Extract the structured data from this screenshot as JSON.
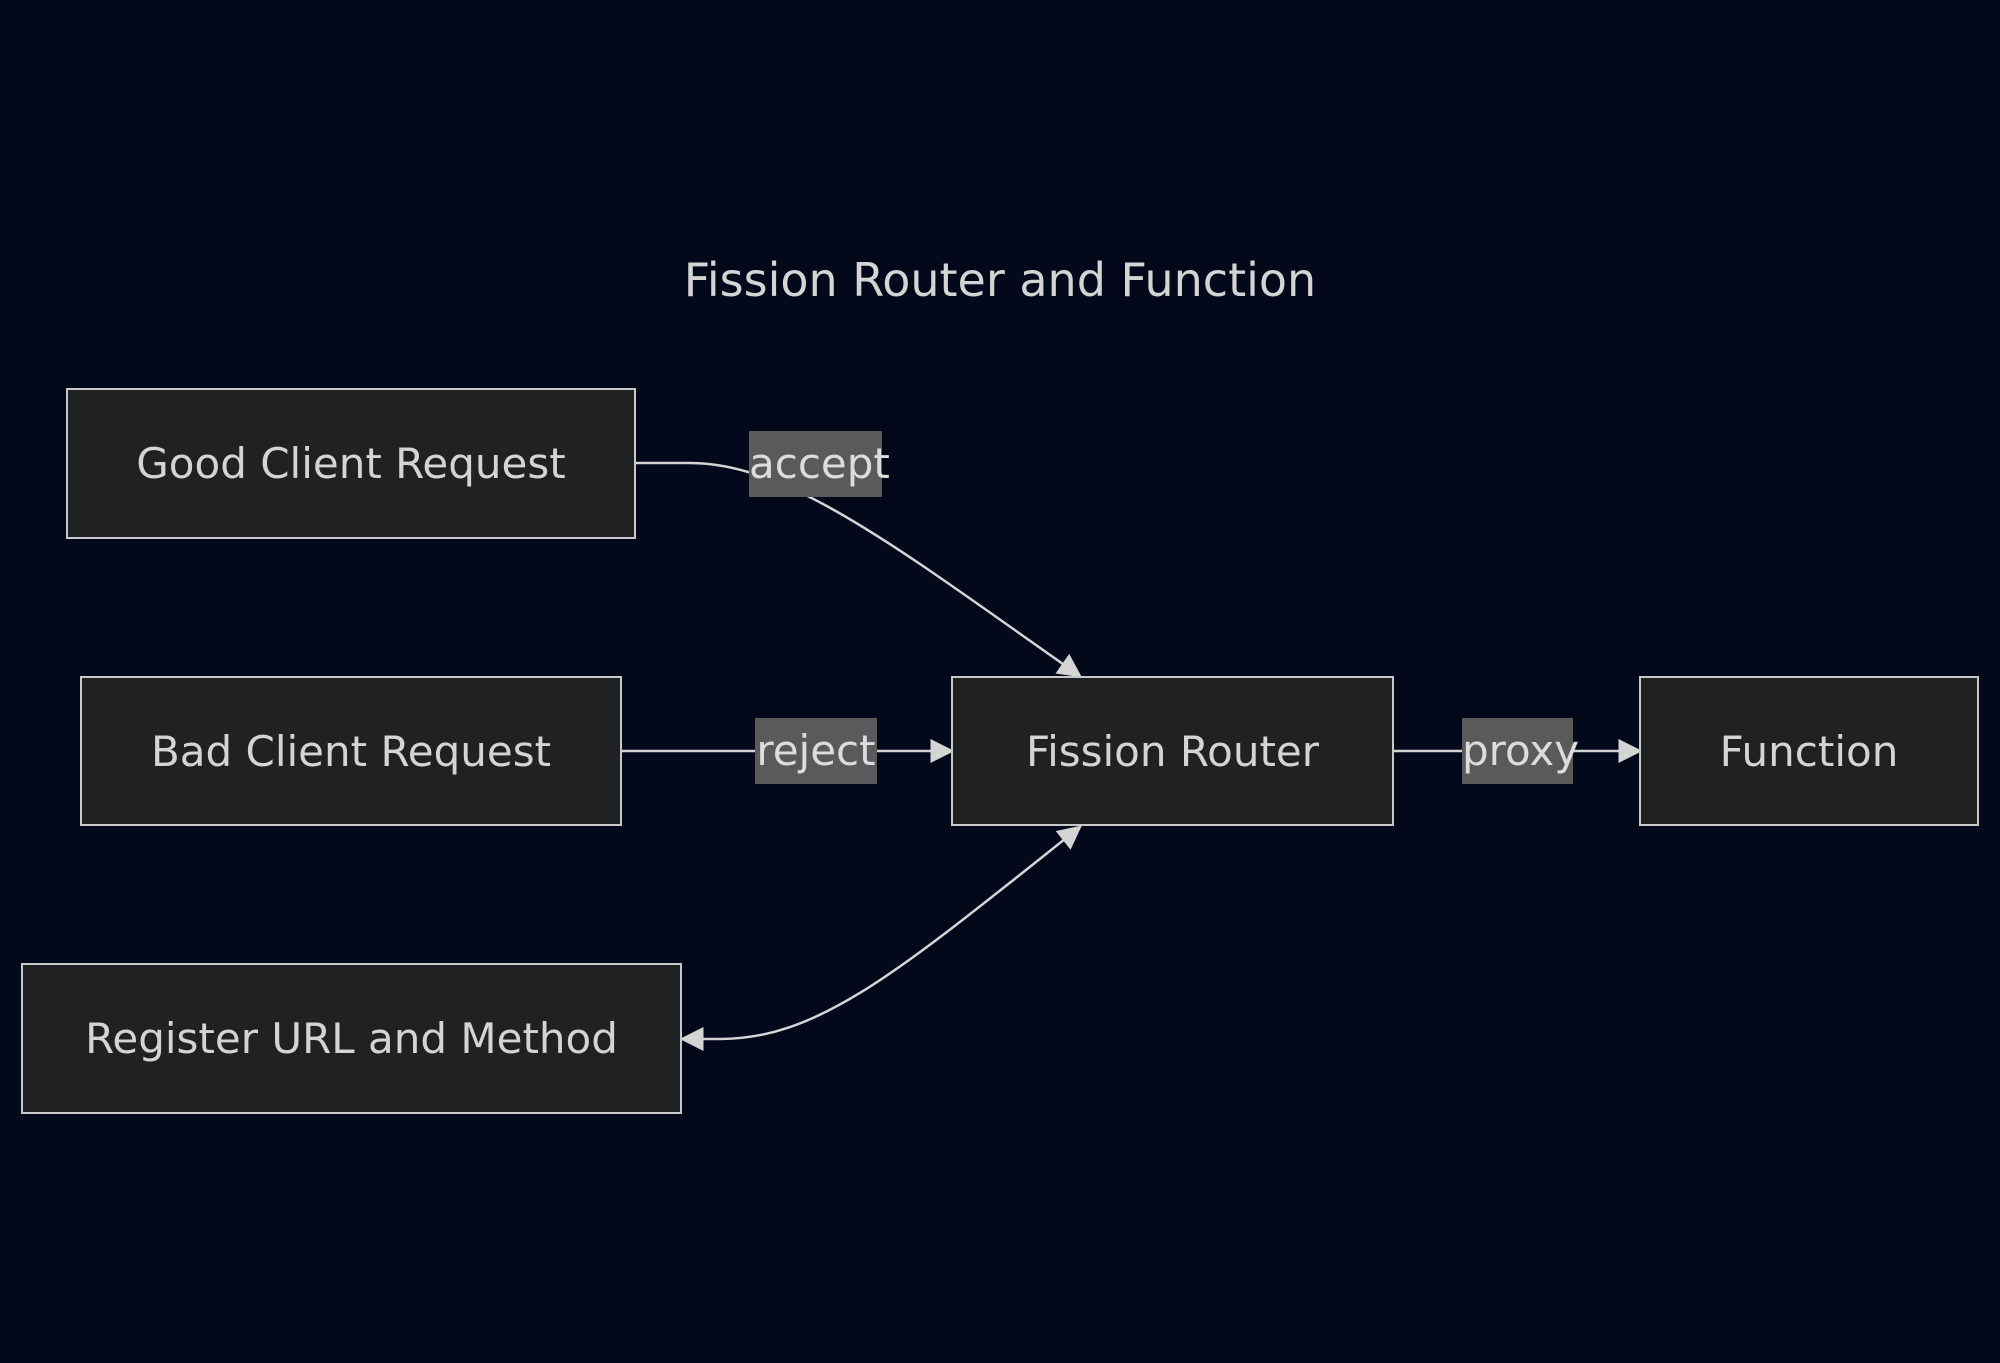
{
  "diagram": {
    "title": "Fission Router and Function",
    "nodes": {
      "good_client": "Good Client Request",
      "bad_client": "Bad Client Request",
      "register": "Register URL and Method",
      "router": "Fission Router",
      "function": "Function"
    },
    "edges": {
      "accept": "accept",
      "reject": "reject",
      "proxy": "proxy"
    }
  },
  "colors": {
    "background": "#03081a",
    "node_fill": "#202122",
    "node_border": "#c8c8c8",
    "label_fill": "#5a5a5a",
    "text": "#d4d4d4"
  }
}
